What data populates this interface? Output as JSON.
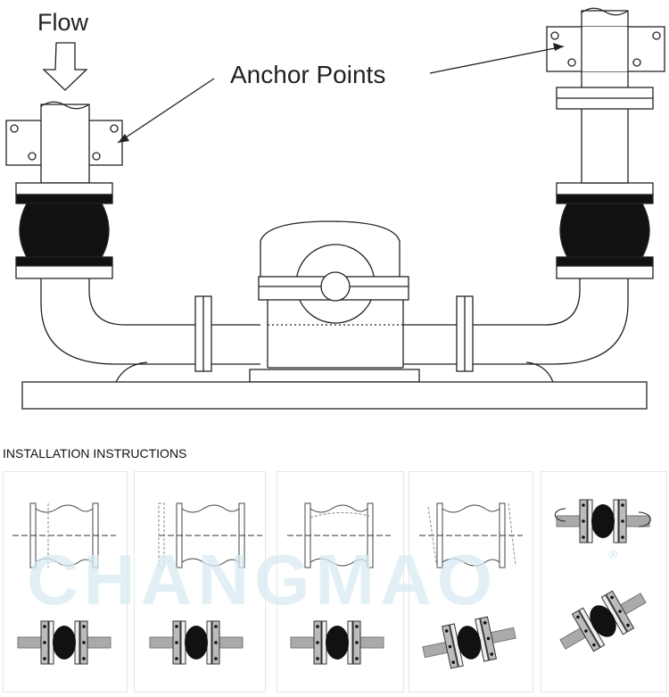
{
  "labels": {
    "flow": "Flow",
    "anchor_points": "Anchor Points",
    "installation": "INSTALLATION INSTRUCTIONS"
  },
  "watermark": {
    "text": "CHANGMAO",
    "mark": "®"
  },
  "colors": {
    "line": "#222222",
    "rubber": "#111111",
    "pipe_gray": "#9a9a9a",
    "watermark": "#d9ecf4"
  }
}
